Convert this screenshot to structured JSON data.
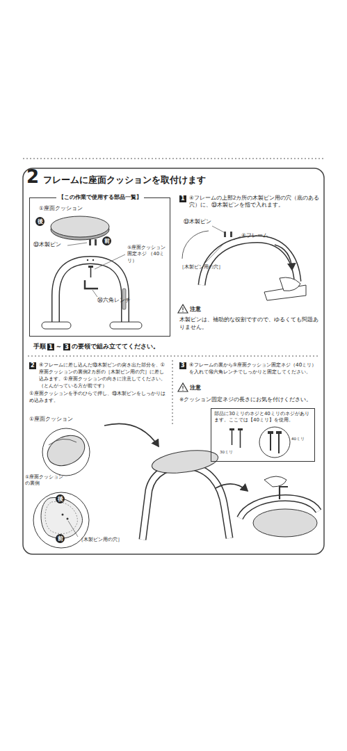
{
  "diagram": {
    "title": "フレームに座面クッションを取付けます",
    "nodes": [
      {
        "text": [
          "【この作業で使用する部品一覧】"
        ]
      },
      {
        "text": [
          "後"
        ],
        "in": 0
      },
      {
        "text": [
          "前"
        ],
        "in": 0
      },
      {
        "text": [
          "後"
        ]
      },
      {
        "text": [
          "前"
        ]
      },
      {
        "text": [
          "部品に30ミリのネジと40ミリのネジがあります。ここでは【40ミリ】を使用。"
        ]
      }
    ],
    "labels": [
      "2",
      "⑬木製ピン",
      "⑤座面クッション 固定ネジ （40ミリ）",
      "⑭六角レンチ",
      "①座面クッション",
      "1",
      "④フレームの上部2カ所の木製ピン用の穴（底のある穴）に、⑬木製ピンを指で入れます。",
      "⑬木製ピン",
      "④フレーム",
      "［木製ピン用の穴］",
      "注意",
      "木製ピンは、補助的な役割ですので、ゆるくても問題ありません。",
      "手順",
      "1",
      "～",
      "3",
      "の要領で組み立ててください。",
      "2",
      "④フレームに差し込んだ⑬木製ピンの突き出た部分を、①座面クッションの裏側2カ所の［木製ピン用の穴］に差し込みます。①座面クッションの向きに注意してください。（とんがっている方が前です）",
      "①座面クッションを手のひらで押し、⑬木製ピンをしっかりはめ込みます。",
      "①座面クッション",
      "①座面クッション の裏側",
      "［木製ピン用の穴］",
      "3",
      "④フレームの裏から⑤座面クッション固定ネジ（40ミリ）を入れて⑭六角レンチでしっかりと固定してください。",
      "注意",
      "※クッション固定ネジの長さにお気を付けください。",
      "30ミリ",
      "40ミリ"
    ]
  }
}
